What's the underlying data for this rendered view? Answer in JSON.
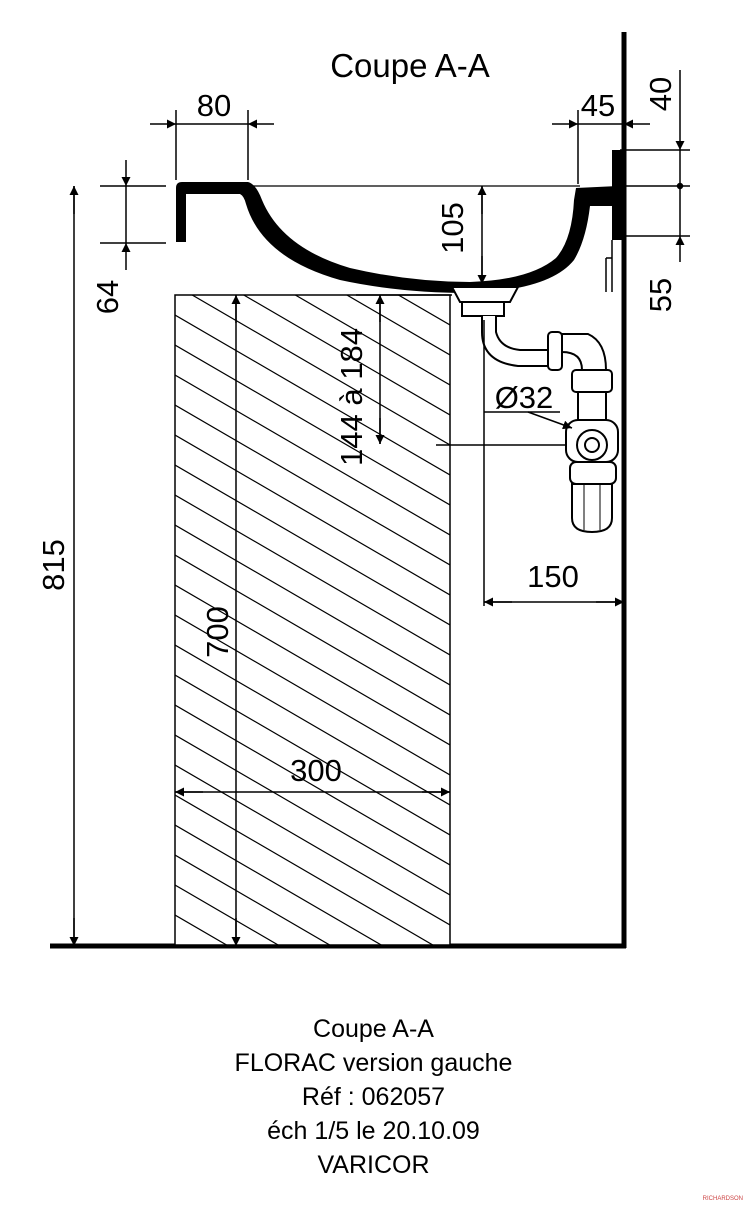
{
  "title": "Coupe A-A",
  "dimensions": {
    "d80": "80",
    "d45": "45",
    "d40": "40",
    "d105": "105",
    "d64": "64",
    "d55": "55",
    "d144": "144 à 184",
    "d32": "Ø32",
    "d150": "150",
    "d815": "815",
    "d700": "700",
    "d300": "300"
  },
  "caption": {
    "line1": "Coupe A-A",
    "line2": "FLORAC version gauche",
    "line3": "Réf : 062057",
    "line4": "éch 1/5 le 20.10.09",
    "line5": "VARICOR"
  },
  "watermark": "RICHARDSON"
}
